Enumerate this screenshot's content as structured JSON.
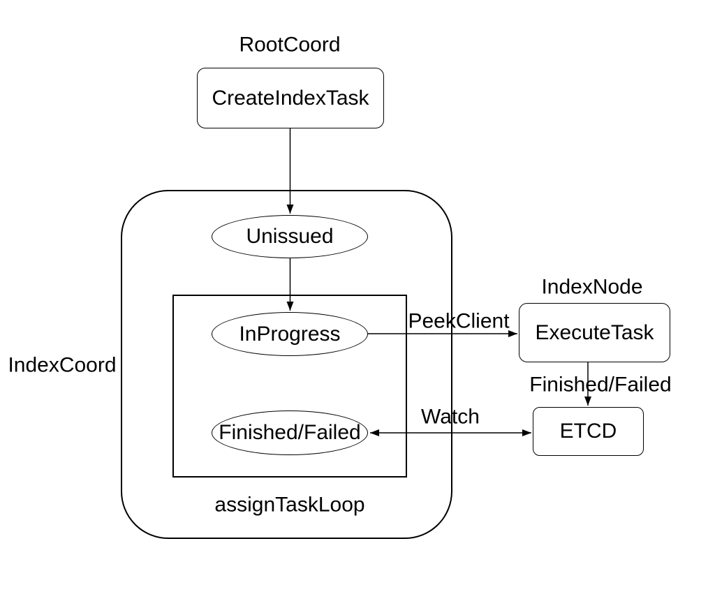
{
  "diagram": {
    "group_labels": {
      "root_coord": "RootCoord",
      "index_node": "IndexNode",
      "index_coord": "IndexCoord",
      "assign_task_loop": "assignTaskLoop"
    },
    "nodes": {
      "create_index_task": {
        "label": "CreateIndexTask",
        "shape": "rounded-rect"
      },
      "unissued": {
        "label": "Unissued",
        "shape": "ellipse"
      },
      "in_progress": {
        "label": "InProgress",
        "shape": "ellipse"
      },
      "finished_failed": {
        "label": "Finished/Failed",
        "shape": "ellipse"
      },
      "execute_task": {
        "label": "ExecuteTask",
        "shape": "rounded-rect"
      },
      "etcd": {
        "label": "ETCD",
        "shape": "rounded-rect"
      }
    },
    "edge_labels": {
      "peek_client": "PeekClient",
      "finished_failed": "Finished/Failed",
      "watch": "Watch"
    },
    "edges": [
      {
        "from": "create_index_task",
        "to": "unissued",
        "label": "",
        "direction": "one-way"
      },
      {
        "from": "unissued",
        "to": "in_progress",
        "label": "",
        "direction": "one-way"
      },
      {
        "from": "in_progress",
        "to": "execute_task",
        "label": "PeekClient",
        "direction": "one-way"
      },
      {
        "from": "execute_task",
        "to": "etcd",
        "label": "Finished/Failed",
        "direction": "one-way"
      },
      {
        "from": "finished_failed",
        "to": "etcd",
        "label": "Watch",
        "direction": "two-way"
      }
    ],
    "colors": {
      "background": "#ffffff",
      "stroke": "#000000",
      "text": "#000000",
      "node_fill": "#ffffff"
    }
  }
}
